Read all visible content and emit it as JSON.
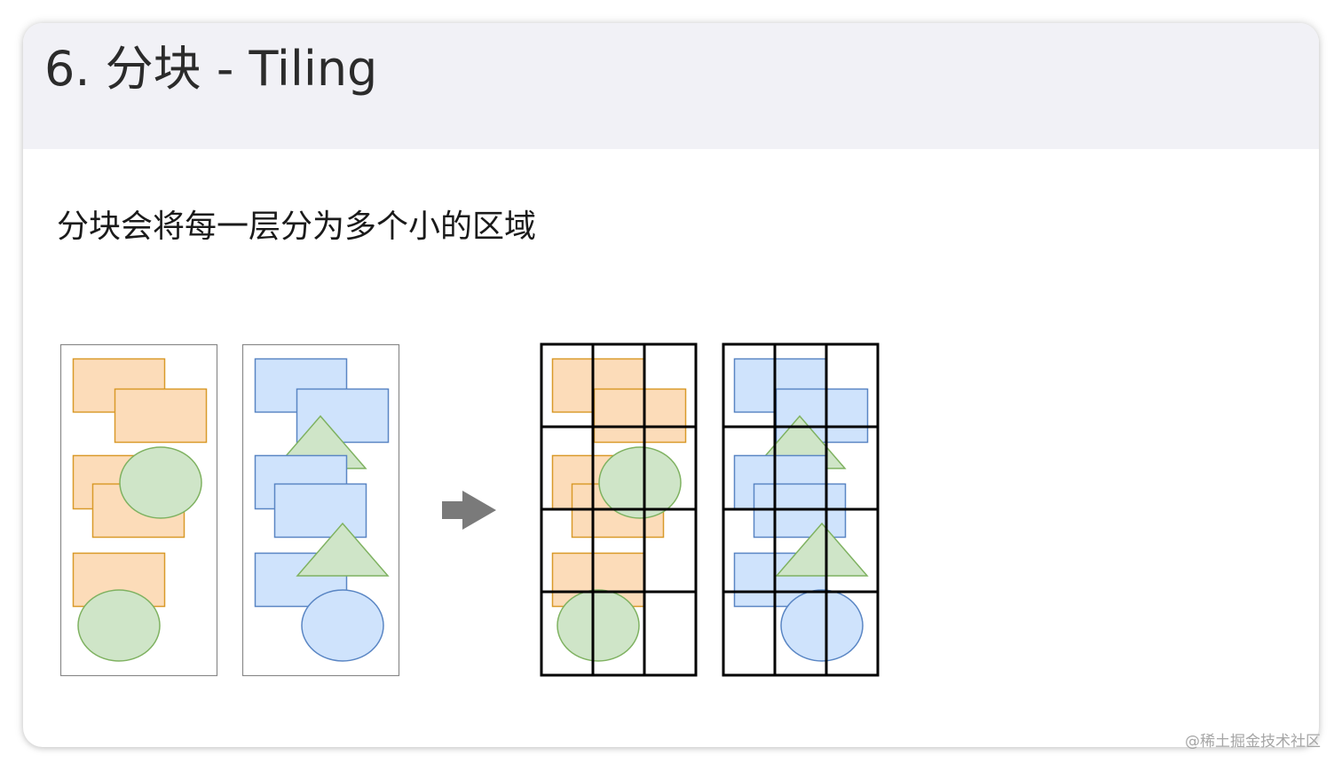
{
  "slide": {
    "title": "6. 分块 - Tiling",
    "subtitle": "分块会将每一层分为多个小的区域"
  },
  "watermark": "@稀土掘金技术社区",
  "colors": {
    "header_bg": "#f1f1f6",
    "orange_fill": "#fcdcb9",
    "orange_stroke": "#d99a2a",
    "blue_fill": "#cfe3fc",
    "blue_stroke": "#5a86c4",
    "green_fill": "#cfe5c8",
    "green_stroke": "#7fb261",
    "layer_border": "#8a8a8a",
    "grid_line": "#000000",
    "arrow": "#7a7a7a"
  },
  "diagram": {
    "left_layers": [
      {
        "name": "orange-layer",
        "icons": [
          "rect",
          "rect",
          "rect",
          "rect",
          "circle",
          "rect",
          "circle"
        ]
      },
      {
        "name": "blue-layer",
        "icons": [
          "rect",
          "rect",
          "triangle",
          "rect",
          "rect",
          "triangle",
          "rect",
          "circle"
        ]
      }
    ],
    "arrow": "right-arrow",
    "tiled_layers": [
      {
        "name": "orange-tiled-layer",
        "columns": 3,
        "rows": 4
      },
      {
        "name": "blue-tiled-layer",
        "columns": 3,
        "rows": 4
      }
    ]
  }
}
